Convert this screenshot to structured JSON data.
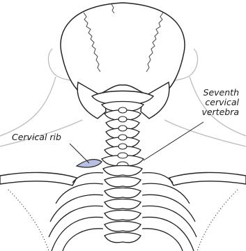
{
  "labels": {
    "cervical_rib": "Cervical rib",
    "seventh_cervical_vertebra": [
      "Seventh",
      "cervical",
      "vertebra"
    ]
  },
  "colors": {
    "line": "#222222",
    "skin_outline": "#bdbdbd",
    "cervical_rib_highlight": "#b9bfe0"
  }
}
